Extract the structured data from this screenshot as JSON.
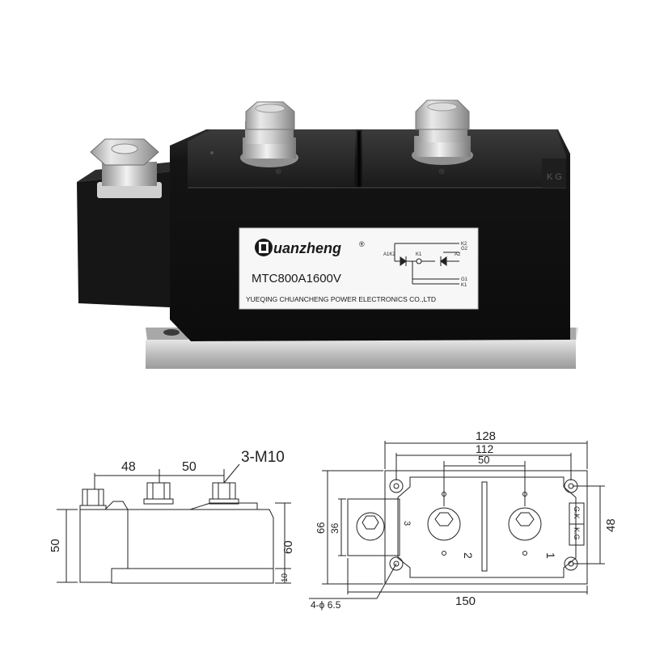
{
  "label": {
    "brand": "uanzheng",
    "brand_mark": "®",
    "model": "MTC800A1600V",
    "company": "YUEQING CHUANCHENG POWER ELECTRONICS CO.,LTD",
    "circuit": {
      "a1k2": "A1K2",
      "k1": "K1",
      "a2": "A2",
      "k2_pin": "K2",
      "g2_pin": "G2",
      "g1_pin": "G1",
      "k1_pin": "K1"
    }
  },
  "side_view": {
    "dim_48": "48",
    "dim_50": "50",
    "dim_screw": "3-M10",
    "dim_height_50": "50",
    "dim_height_60": "60",
    "dim_base_10": "10"
  },
  "top_view": {
    "dim_128": "128",
    "dim_112": "112",
    "dim_50": "50",
    "dim_66": "66",
    "dim_36": "36",
    "dim_48": "48",
    "dim_150": "150",
    "hole_spec": "4-ϕ 6.5",
    "terminal_3": "3",
    "terminal_2": "2",
    "terminal_1": "1",
    "gate_label_top": "G.K",
    "gate_label_bottom": "K.G"
  },
  "colors": {
    "body": "#151515",
    "base": "#c9c9c9",
    "label_bg": "#f7f7f7",
    "line": "#222222"
  }
}
